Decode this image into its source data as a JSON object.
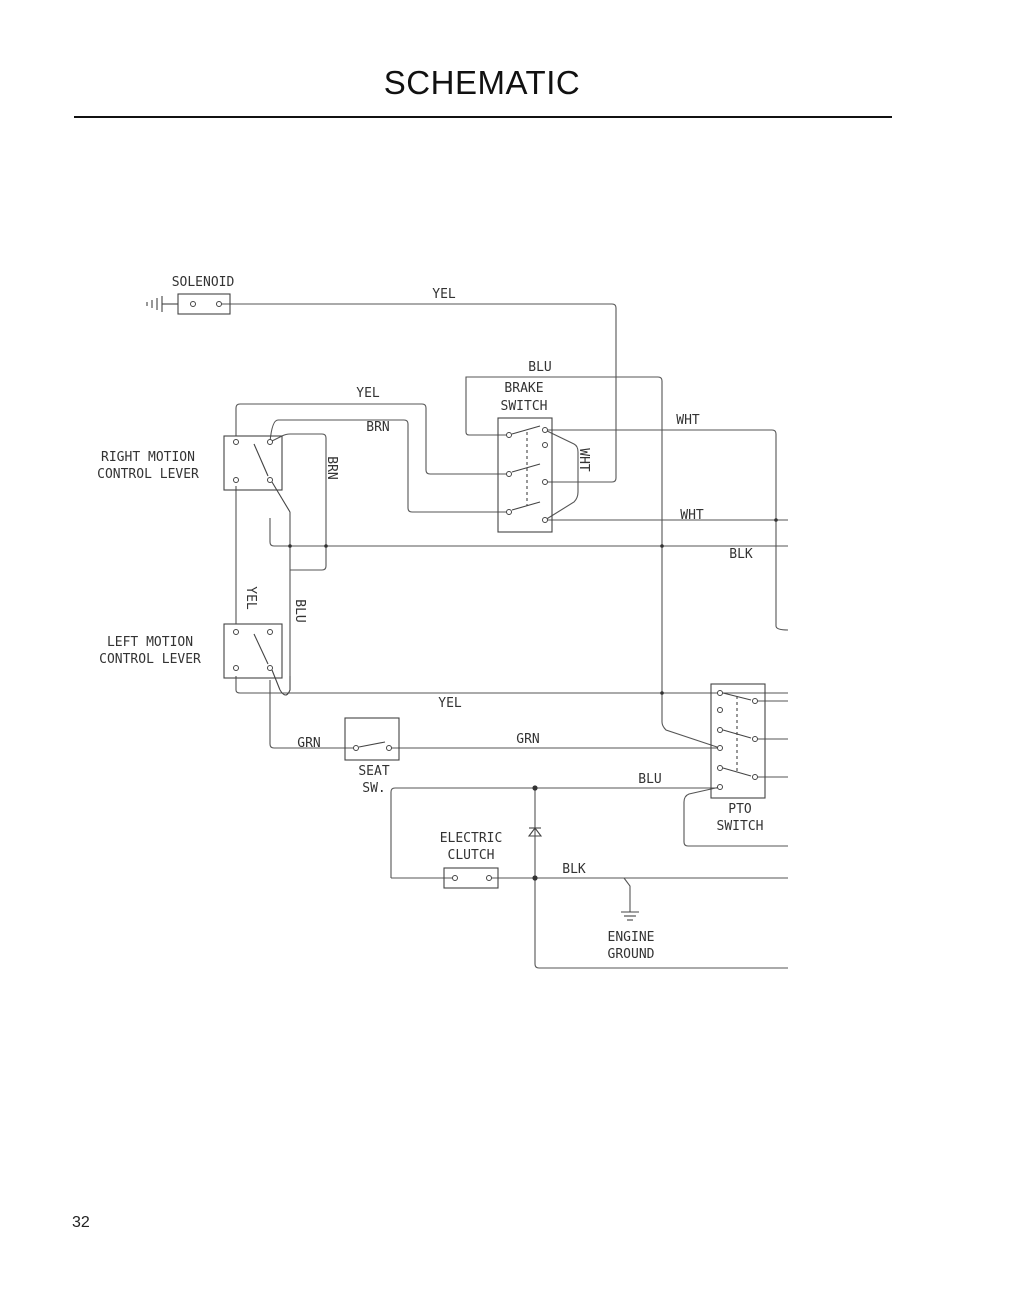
{
  "header": {
    "title": "SCHEMATIC"
  },
  "page": {
    "number": "32"
  },
  "components": {
    "solenoid": "SOLENOID",
    "brake_switch": [
      "BRAKE",
      "SWITCH"
    ],
    "right_lever": [
      "RIGHT MOTION",
      "CONTROL LEVER"
    ],
    "left_lever": [
      "LEFT MOTION",
      "CONTROL LEVER"
    ],
    "seat_switch": [
      "SEAT",
      "SW."
    ],
    "electric_clutch": [
      "ELECTRIC",
      "CLUTCH"
    ],
    "pto_switch": [
      "PTO",
      "SWITCH"
    ],
    "engine_ground": [
      "ENGINE",
      "GROUND"
    ]
  },
  "wires": {
    "yel_top": "YEL",
    "blu_top": "BLU",
    "yel_brake": "YEL",
    "brn_brake": "BRN",
    "wht_right": "WHT",
    "wht_vertical": "WHT",
    "wht_lower": "WHT",
    "brn_vertical": "BRN",
    "blk_main": "BLK",
    "yel_vertical": "YEL",
    "blu_vertical": "BLU",
    "yel_bottom": "YEL",
    "grn_left": "GRN",
    "grn_right": "GRN",
    "blu_pto": "BLU",
    "blk_ground": "BLK"
  }
}
